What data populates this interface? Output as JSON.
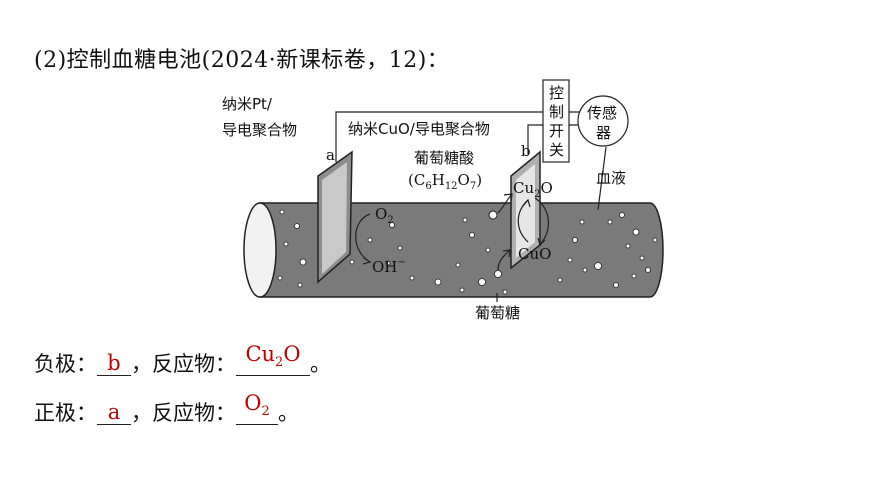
{
  "question_title": "(2)控制血糖电池(2024·新课标卷，12)：",
  "diagram": {
    "electrode_a_label_line1": "纳米Pt/",
    "electrode_a_label_line2": "导电聚合物",
    "electrode_b_label": "纳米CuO/导电聚合物",
    "electrode_a_letter": "a",
    "electrode_b_letter": "b",
    "switch_label": [
      "控",
      "制",
      "开",
      "关"
    ],
    "sensor_label": [
      "传感",
      "器"
    ],
    "gluconic_acid_label": "葡萄糖酸",
    "gluconic_acid_formula": [
      "(C",
      "6",
      "H",
      "12",
      "O",
      "7",
      ")"
    ],
    "cu2o_label": [
      "Cu",
      "2",
      "O"
    ],
    "cuo_label": "CuO",
    "o2_label": [
      "O",
      "2"
    ],
    "oh_label": [
      "OH",
      "−"
    ],
    "blood_label": "血液",
    "glucose_label": "葡萄糖"
  },
  "answers": {
    "negative_prefix": "负极：",
    "negative_electrode": "b",
    "negative_reactant_prefix": "，反应物：",
    "negative_reactant": [
      "Cu",
      "2",
      "O"
    ],
    "negative_end": "。",
    "positive_prefix": "正极：",
    "positive_electrode": "a",
    "positive_reactant_prefix": "，反应物：",
    "positive_reactant": [
      "O",
      "2"
    ],
    "positive_end": "。"
  }
}
